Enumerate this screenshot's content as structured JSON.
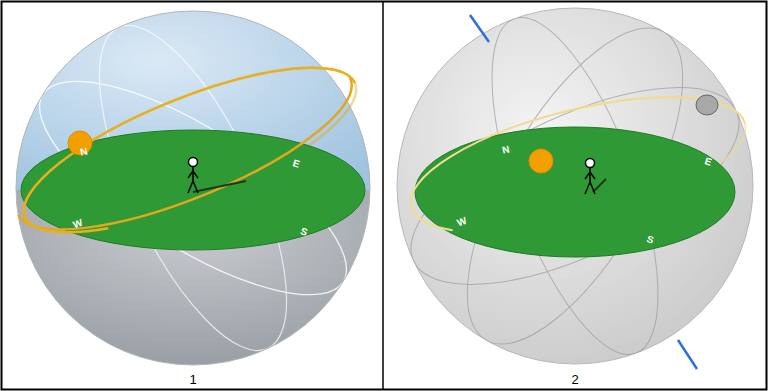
{
  "diagram": {
    "labels": [
      "N",
      "E",
      "W",
      "S",
      "N",
      "E",
      "W",
      "S",
      "1",
      "2"
    ]
  }
}
